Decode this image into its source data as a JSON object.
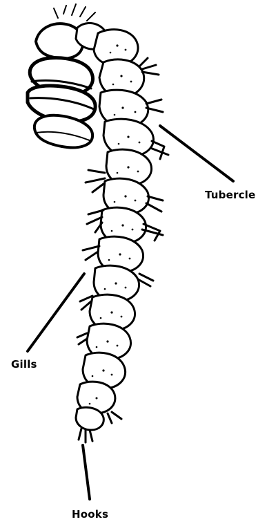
{
  "labels": {
    "tubercle": "Tubercle",
    "gills": "Gills",
    "hooks": "Hooks"
  },
  "colors": {
    "ink": "#000000",
    "paper": "#ffffff"
  }
}
